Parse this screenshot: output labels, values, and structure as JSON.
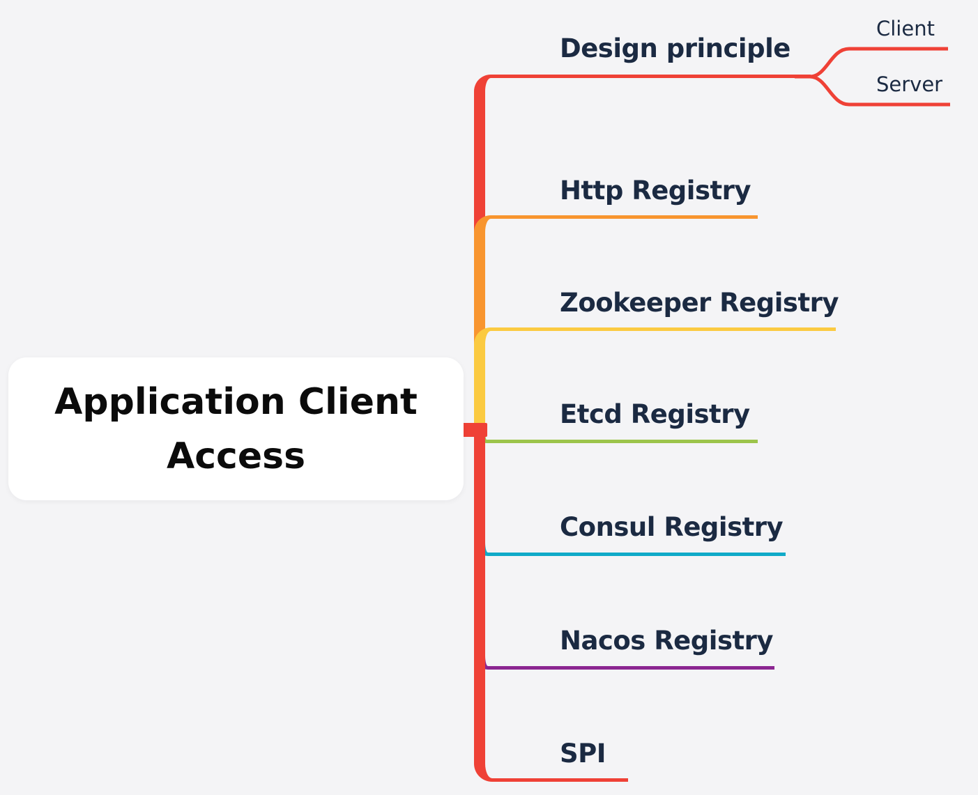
{
  "canvas": {
    "background": "#f4f4f6"
  },
  "root": {
    "title": "Application Client Access",
    "text_color": "#0b0b0b",
    "box_color": "#ffffff",
    "connector_color": "#ef4136"
  },
  "palette": {
    "label_text": "#1b2a42"
  },
  "branches": [
    {
      "id": "design-principle",
      "label": "Design principle",
      "color": "#ef4136",
      "side": "top",
      "children": [
        {
          "label": "Client"
        },
        {
          "label": "Server"
        }
      ]
    },
    {
      "id": "http-registry",
      "label": "Http Registry",
      "color": "#f8952f",
      "side": "top",
      "children": []
    },
    {
      "id": "zookeeper-registry",
      "label": "Zookeeper Registry",
      "color": "#fbca41",
      "side": "top",
      "children": []
    },
    {
      "id": "etcd-registry",
      "label": "Etcd Registry",
      "color": "#9cc44b",
      "side": "bottom",
      "children": []
    },
    {
      "id": "consul-registry",
      "label": "Consul Registry",
      "color": "#10aac8",
      "side": "bottom",
      "children": []
    },
    {
      "id": "nacos-registry",
      "label": "Nacos Registry",
      "color": "#8b2591",
      "side": "bottom",
      "children": []
    },
    {
      "id": "spi",
      "label": "SPI",
      "color": "#ef4136",
      "side": "bottom",
      "children": []
    }
  ]
}
